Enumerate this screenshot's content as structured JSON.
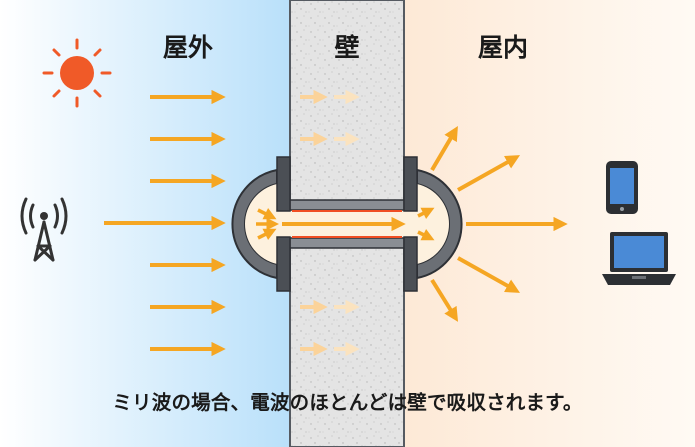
{
  "labels": {
    "outdoor": "屋外",
    "wall": "壁",
    "indoor": "屋内"
  },
  "caption": "ミリ波の場合、電波のほとんどは壁で吸収されます。",
  "icons": {
    "source_1": "sun-icon",
    "source_2": "antenna-tower-icon",
    "device_1": "smartphone-icon",
    "device_2": "laptop-icon"
  },
  "colors": {
    "outdoor_bg": "#bfe3fb",
    "indoor_bg": "#fdf0e3",
    "wall": "#e3e3e3",
    "arrow": "#f5a623",
    "arrow_faded": "#fbd39a",
    "sun": "#f05a28",
    "frame": "#555a61",
    "channel": "#f04e23"
  }
}
